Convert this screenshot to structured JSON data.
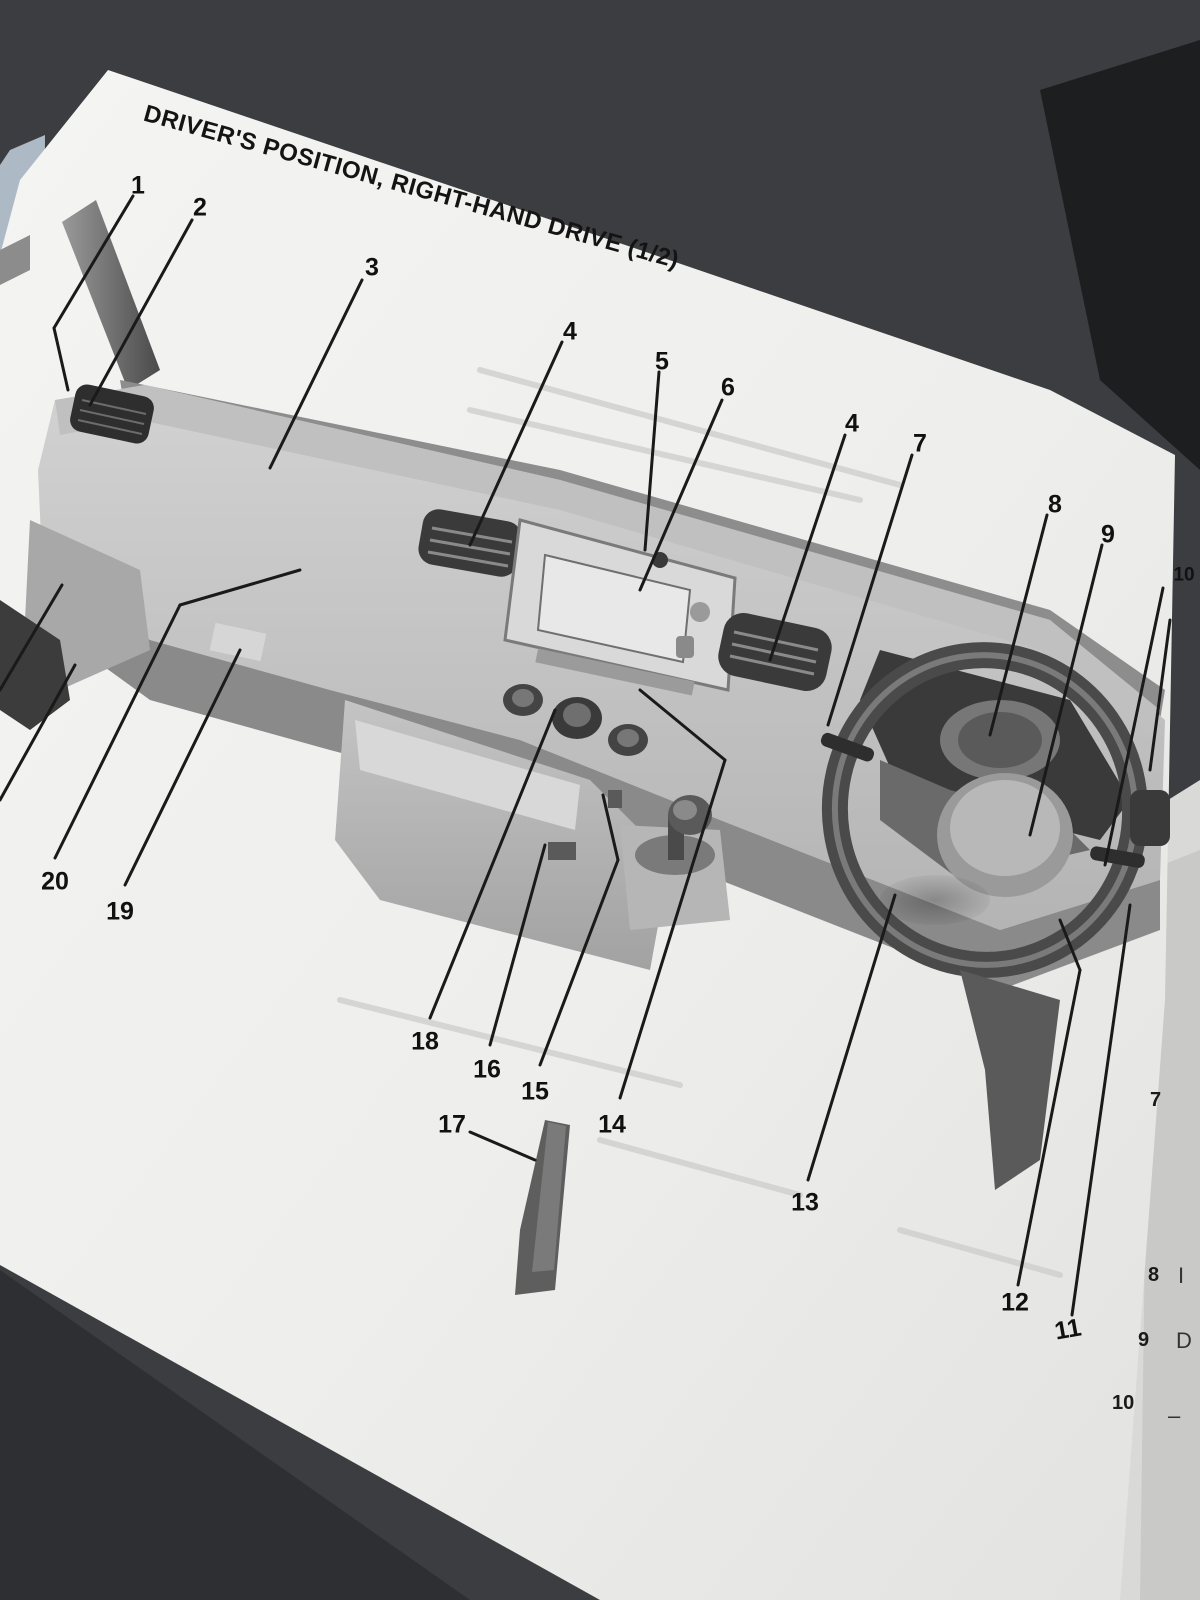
{
  "page": {
    "title": "DRIVER'S POSITION, RIGHT-HAND DRIVE (1/2)"
  },
  "callouts": [
    "1",
    "2",
    "3",
    "4",
    "5",
    "6",
    "4",
    "7",
    "8",
    "9",
    "10",
    "11",
    "12",
    "13",
    "14",
    "15",
    "16",
    "17",
    "18",
    "19",
    "20"
  ],
  "next_page_edge": {
    "items": [
      {
        "number": "7",
        "text": ""
      },
      {
        "number": "8",
        "text": "I"
      },
      {
        "number": "9",
        "text": "D"
      },
      {
        "number": "10",
        "text": "–"
      }
    ]
  },
  "colors": {
    "background": "#3a3b3e",
    "paper": "#f1f1ef",
    "ink": "#111111"
  }
}
